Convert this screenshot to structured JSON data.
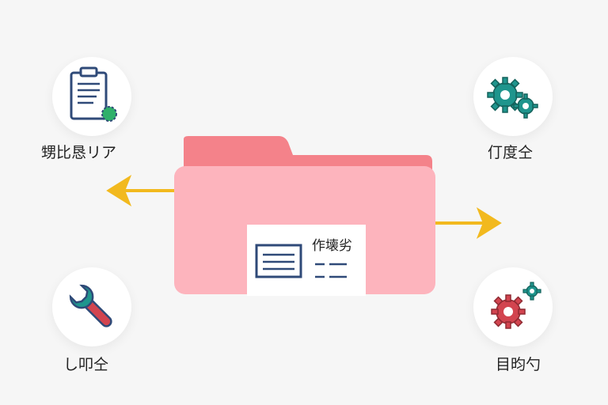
{
  "nodes": {
    "top_left": {
      "label": "甥比恳リア",
      "icon": "clipboard-icon"
    },
    "top_right": {
      "label": "仃度仝",
      "icon": "gears-icon"
    },
    "bottom_left": {
      "label": "し叩仝",
      "icon": "wrench-icon"
    },
    "bottom_right": {
      "label": "目昀勺",
      "icon": "gears-icon"
    }
  },
  "center": {
    "doc_title": "作壊劣",
    "icon": "folder-icon"
  },
  "colors": {
    "folder_back": "#f4828a",
    "folder_front": "#fdb4bd",
    "arrow": "#f2b91e",
    "teal": "#1f958d",
    "red": "#d2444f",
    "navy": "#2f4a78"
  }
}
